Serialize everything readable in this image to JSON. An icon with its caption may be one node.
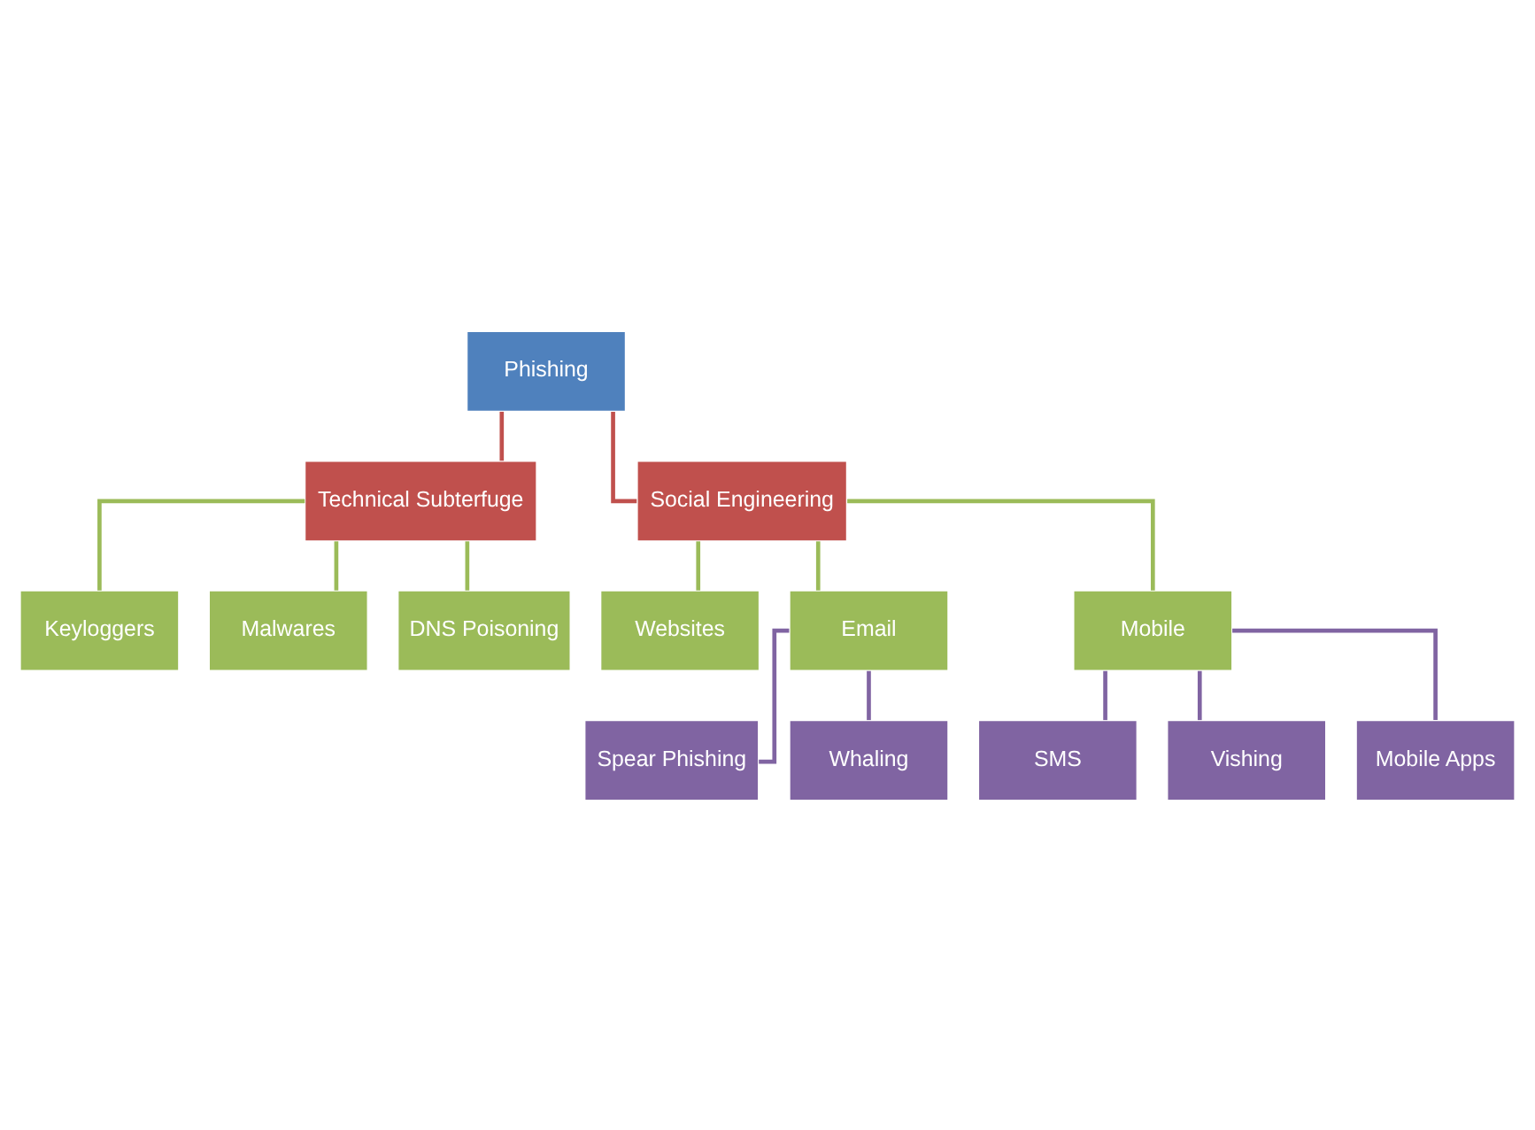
{
  "diagram": {
    "nodes": [
      {
        "text": [
          "Phishing"
        ]
      },
      {
        "text": [
          "Technical Subterfuge"
        ]
      },
      {
        "text": [
          "Social Engineering"
        ]
      },
      {
        "text": [
          "Keyloggers"
        ]
      },
      {
        "text": [
          "Malwares"
        ]
      },
      {
        "text": [
          "DNS Poisoning"
        ]
      },
      {
        "text": [
          "Websites"
        ]
      },
      {
        "text": [
          "Email"
        ]
      },
      {
        "text": [
          "Mobile"
        ]
      },
      {
        "text": [
          "Spear Phishing"
        ]
      },
      {
        "text": [
          "Whaling"
        ]
      },
      {
        "text": [
          "SMS"
        ]
      },
      {
        "text": [
          "Vishing"
        ]
      },
      {
        "text": [
          "Mobile Apps"
        ]
      }
    ],
    "edges": [
      {
        "from": 0,
        "to": 1,
        "arrow": "none",
        "color": "#c0504d"
      },
      {
        "from": 0,
        "to": 2,
        "arrow": "none",
        "color": "#c0504d"
      },
      {
        "from": 1,
        "to": 3,
        "arrow": "none",
        "color": "#9bbb59"
      },
      {
        "from": 1,
        "to": 4,
        "arrow": "none",
        "color": "#9bbb59"
      },
      {
        "from": 1,
        "to": 5,
        "arrow": "none",
        "color": "#9bbb59"
      },
      {
        "from": 2,
        "to": 6,
        "arrow": "none",
        "color": "#9bbb59"
      },
      {
        "from": 2,
        "to": 7,
        "arrow": "none",
        "color": "#9bbb59"
      },
      {
        "from": 2,
        "to": 8,
        "arrow": "none",
        "color": "#9bbb59"
      },
      {
        "from": 7,
        "to": 9,
        "arrow": "none",
        "color": "#8064a2"
      },
      {
        "from": 7,
        "to": 10,
        "arrow": "none",
        "color": "#8064a2"
      },
      {
        "from": 8,
        "to": 11,
        "arrow": "none",
        "color": "#8064a2"
      },
      {
        "from": 8,
        "to": 12,
        "arrow": "none",
        "color": "#8064a2"
      },
      {
        "from": 8,
        "to": 13,
        "arrow": "none",
        "color": "#8064a2"
      }
    ]
  }
}
